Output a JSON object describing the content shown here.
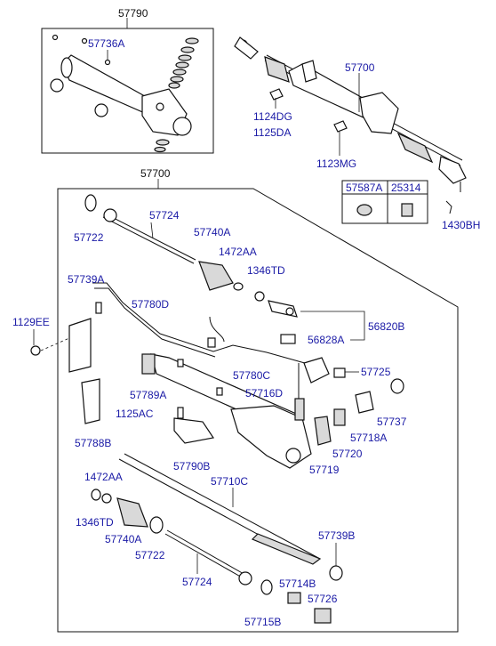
{
  "labels": {
    "p57790": "57790",
    "p57736A": "57736A",
    "p57700_top": "57700",
    "p1124DG": "1124DG",
    "p1125DA": "1125DA",
    "p1123MG": "1123MG",
    "p57587A": "57587A",
    "p25314": "25314",
    "p1430BH": "1430BH",
    "p57700_mid": "57700",
    "p57724_a": "57724",
    "p57722_a": "57722",
    "p57740A_a": "57740A",
    "p1472AA_a": "1472AA",
    "p1346TD_a": "1346TD",
    "p57739A": "57739A",
    "p57780D": "57780D",
    "p1129EE": "1129EE",
    "p56820B": "56820B",
    "p56828A": "56828A",
    "p57780C": "57780C",
    "p57725": "57725",
    "p57716D": "57716D",
    "p57789A": "57789A",
    "p57737": "57737",
    "p1125AC": "1125AC",
    "p57718A": "57718A",
    "p57788B": "57788B",
    "p57720": "57720",
    "p57719": "57719",
    "p57790B": "57790B",
    "p1472AA_b": "1472AA",
    "p57710C": "57710C",
    "p1346TD_b": "1346TD",
    "p57740A_b": "57740A",
    "p57722_b": "57722",
    "p57739B": "57739B",
    "p57724_b": "57724",
    "p57714B": "57714B",
    "p57726": "57726",
    "p57715B": "57715B"
  },
  "colors": {
    "label_blue": "#1a1aa6",
    "line": "#111111",
    "background": "#ffffff"
  }
}
